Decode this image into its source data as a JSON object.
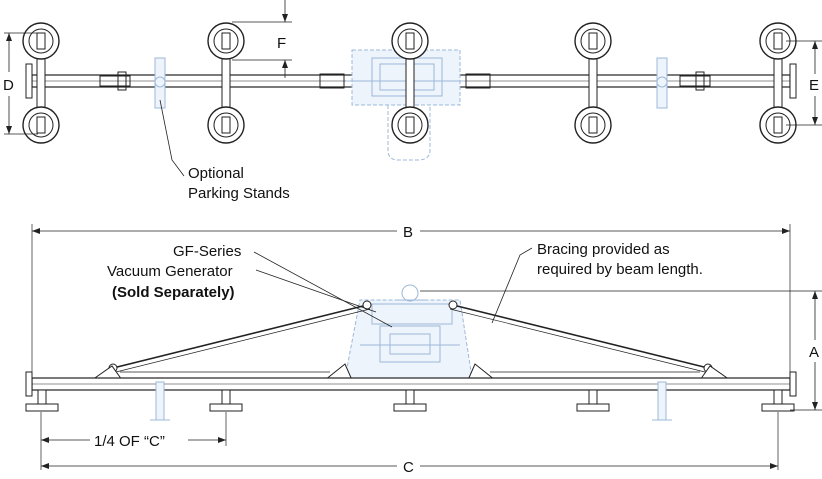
{
  "dimensions": {
    "a": "A",
    "b": "B",
    "c": "C",
    "d": "D",
    "e": "E",
    "f": "F",
    "quarter_c": "1/4 OF “C”"
  },
  "callouts": {
    "parking_stands_line1": "Optional",
    "parking_stands_line2": "Parking Stands",
    "generator_line1": "GF-Series",
    "generator_line2": "Vacuum Generator",
    "generator_line3": "(Sold Separately)",
    "bracing_line1": "Bracing provided as",
    "bracing_line2": "required by beam length."
  },
  "colors": {
    "linework": "#222222",
    "generator_outline": "#9db8d8"
  }
}
